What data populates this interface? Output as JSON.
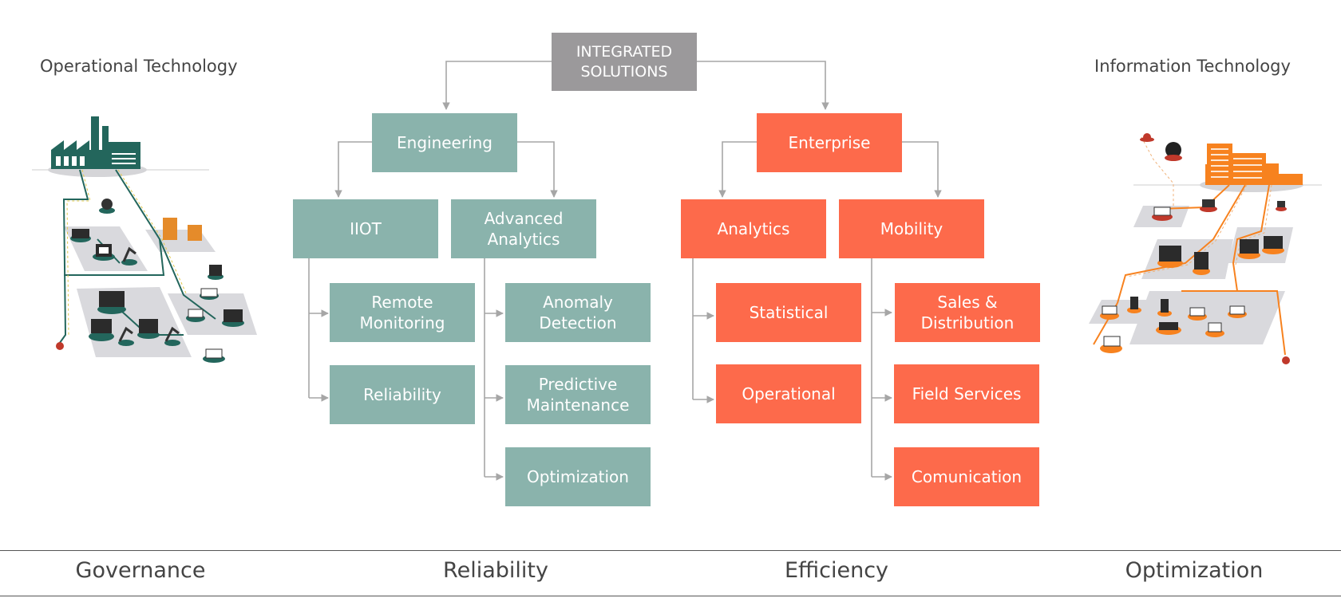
{
  "diagram": {
    "root": "INTEGRATED\nSOLUTIONS",
    "left_title": "Operational Technology",
    "right_title": "Information Technology",
    "engineering": {
      "label": "Engineering",
      "children": [
        {
          "label": "IIOT",
          "items": [
            "Remote\nMonitoring",
            "Reliability"
          ]
        },
        {
          "label": "Advanced\nAnalytics",
          "items": [
            "Anomaly\nDetection",
            "Predictive\nMaintenance",
            "Optimization"
          ]
        }
      ]
    },
    "enterprise": {
      "label": "Enterprise",
      "children": [
        {
          "label": "Analytics",
          "items": [
            "Statistical",
            "Operational"
          ]
        },
        {
          "label": "Mobility",
          "items": [
            "Sales &\nDistribution",
            "Field Services",
            "Comunication"
          ]
        }
      ]
    }
  },
  "footer": [
    "Governance",
    "Reliability",
    "Efficiency",
    "Optimization"
  ],
  "colors": {
    "teal": "#8ab3ac",
    "orange": "#fd6a4b",
    "gray": "#9b999b",
    "dark_teal": "#23665c",
    "ot_orange": "#f7821f"
  },
  "illustrations": {
    "left": "factory-network-icon",
    "right": "city-network-icon"
  }
}
